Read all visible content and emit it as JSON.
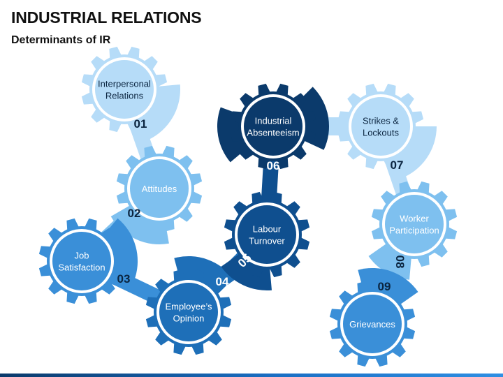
{
  "title": "INDUSTRIAL RELATIONS",
  "subtitle": "Determinants of IR",
  "colors": {
    "level1": "#b6dcf8",
    "level2": "#7ec0ef",
    "level3": "#3a8fd8",
    "level4": "#1e6fb8",
    "level5": "#0f4f8f",
    "level6": "#0b3a6b",
    "ring": "#ffffff",
    "bar": "#1a6fc4"
  },
  "steps": [
    {
      "number": "01",
      "label_lines": [
        "Interpersonal",
        "Relations"
      ],
      "shade": "level1"
    },
    {
      "number": "02",
      "label_lines": [
        "Attitudes"
      ],
      "shade": "level2"
    },
    {
      "number": "03",
      "label_lines": [
        "Job",
        "Satisfaction"
      ],
      "shade": "level3"
    },
    {
      "number": "04",
      "label_lines": [
        "Employee’s",
        "Opinion"
      ],
      "shade": "level4"
    },
    {
      "number": "05",
      "label_lines": [
        "Labour",
        "Turnover"
      ],
      "shade": "level5"
    },
    {
      "number": "06",
      "label_lines": [
        "Industrial",
        "Absenteeism"
      ],
      "shade": "level6"
    },
    {
      "number": "07",
      "label_lines": [
        "Strikes &",
        "Lockouts"
      ],
      "shade": "level1"
    },
    {
      "number": "08",
      "label_lines": [
        "Worker",
        "Participation"
      ],
      "shade": "level2"
    },
    {
      "number": "09",
      "label_lines": [
        "Grievances"
      ],
      "shade": "level3"
    }
  ]
}
